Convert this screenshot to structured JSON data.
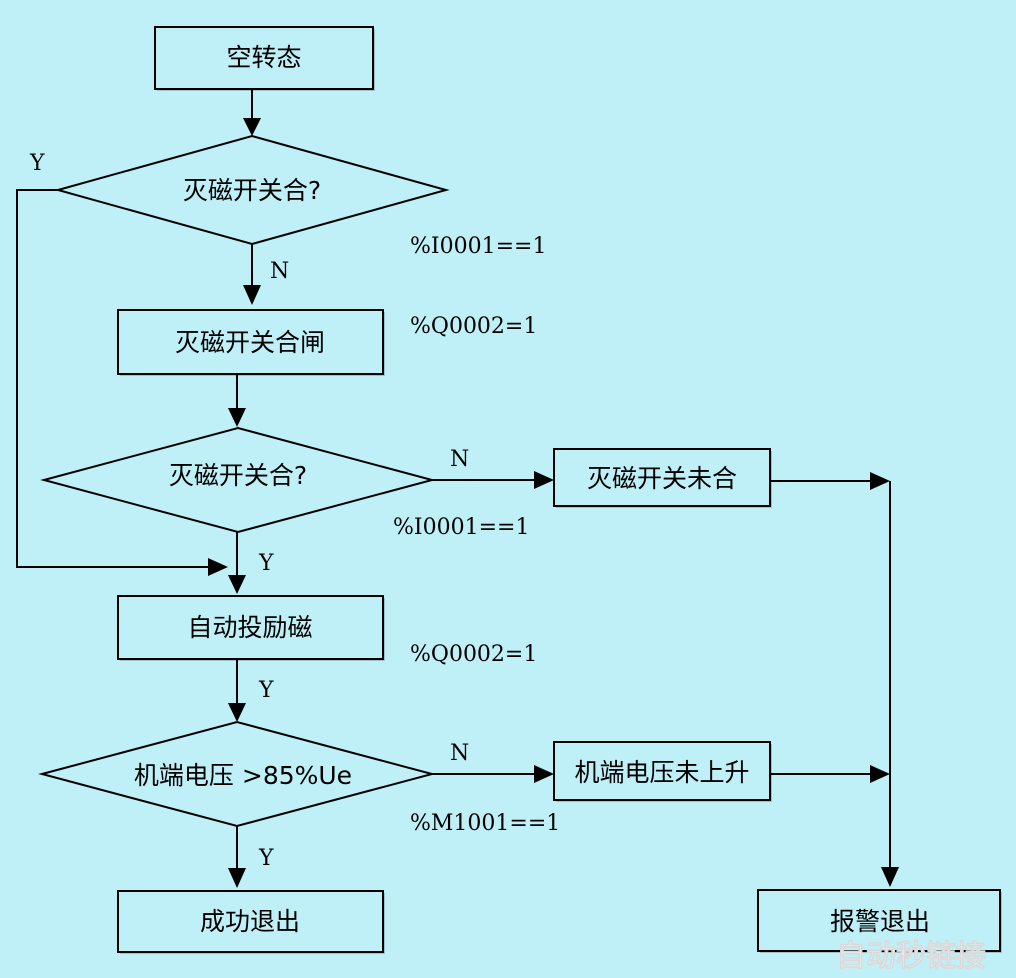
{
  "nodes": {
    "idle": "空转态",
    "check1": "灭磁开关合?",
    "close_cmd": "灭磁开关合闸",
    "check2": "灭磁开关合?",
    "not_closed": "灭磁开关未合",
    "excite": "自动投励磁",
    "check_voltage": "机端电压 >85%Ue",
    "no_rise": "机端电压未上升",
    "success": "成功退出",
    "alarm": "报警退出"
  },
  "conditions": {
    "c1": "%I0001==1",
    "c2": "%Q0002=1",
    "c3": "%I0001==1",
    "c4": "%Q0002=1",
    "c5": "%M1001==1"
  },
  "edge_labels": {
    "y_bypass": "Y",
    "n_check1": "N",
    "n_check2": "N",
    "y_check2": "Y",
    "y_excite": "Y",
    "n_voltage": "N",
    "y_voltage": "Y"
  },
  "watermark": "自动秒链接",
  "colors": {
    "background": "#bff0f8",
    "stroke": "#000000"
  }
}
